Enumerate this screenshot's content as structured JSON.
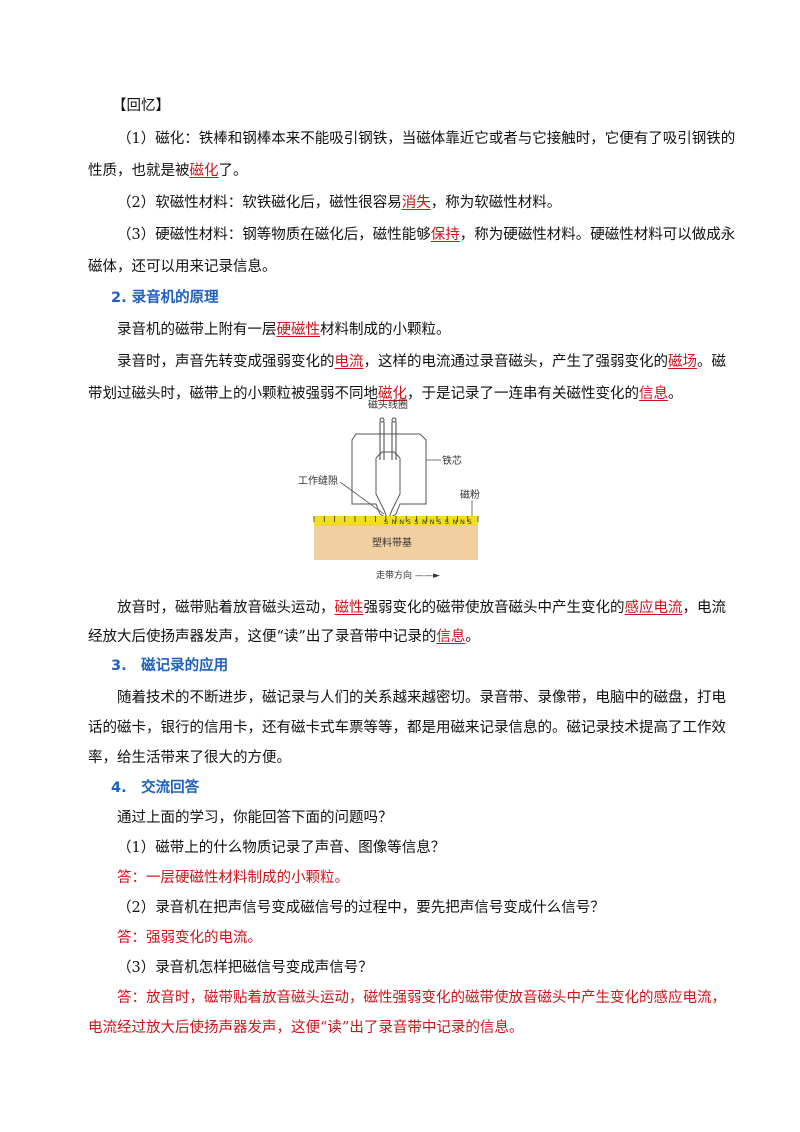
{
  "recall": {
    "title": "【回忆】",
    "p1": {
      "a": "（1）磁化：铁棒和钢棒本来不能吸引钢铁，当磁体靠近它或者与它接触时，它便有了吸引钢铁的",
      "b": "性质，也就是被",
      "hl": "磁化",
      "c": "了。"
    },
    "p2": {
      "a": "（2）软磁性材料：软铁磁化后，磁性很容易",
      "hl": "消失",
      "b": "，称为软磁性材料。"
    },
    "p3": {
      "a": "（3）硬磁性材料：钢等物质在磁化后，磁性能够",
      "hl": "保持",
      "b": "，称为硬磁性材料。硬磁性材料可以做成永",
      "c": "磁体，还可以用来记录信息。"
    }
  },
  "section2": {
    "title": "2. 录音机的原理",
    "p1": {
      "a": "录音机的磁带上附有一层",
      "hl": "硬磁性",
      "b": "材料制成的小颗粒。"
    },
    "p2": {
      "a": "录音时，声音先转变成强弱变化的",
      "hl1": "电流",
      "b": "，这样的电流通过录音磁头，产生了强弱变化的",
      "hl2": "磁场",
      "c": "。磁",
      "d": "带划过磁头时，磁带上的小颗粒被强弱不同地",
      "hl3": "磁化",
      "e": "，于是记录了一连串有关磁性变化的",
      "hl4": "信息",
      "f": "。"
    },
    "figure": {
      "coil_label": "磁头线圈",
      "core_label": "铁芯",
      "gap_label": "工作缝隙",
      "powder_label": "磁粉",
      "base_label": "塑料带基",
      "direction_label": "走带方向",
      "arrow": "——►",
      "poles": [
        "S",
        "N",
        "N",
        "S",
        "S",
        "N",
        "N",
        "S",
        "S",
        "N",
        "N",
        "S"
      ],
      "tape_color": "#f2dc2a",
      "base_color": "#f1cfa0"
    },
    "p3": {
      "a": "放音时，磁带贴着放音磁头运动，",
      "hl1": "磁性",
      "b": "强弱变化的磁带使放音磁头中产生变化的",
      "hl2": "感应电流",
      "c": "，电流",
      "d": "经放大后使扬声器发声，这便“读”出了录音带中记录的",
      "hl3": "信息",
      "e": "。"
    }
  },
  "section3": {
    "title": "3.　磁记录的应用",
    "l1": "随着技术的不断进步，磁记录与人们的关系越来越密切。录音带、录像带，电脑中的磁盘，打电",
    "l2": "话的磁卡，银行的信用卡，还有磁卡式车票等等，都是用磁来记录信息的。磁记录技术提高了工作效",
    "l3": "率，给生活带来了很大的方便。"
  },
  "section4": {
    "title": "4.　交流回答",
    "intro": "通过上面的学习，你能回答下面的问题吗？",
    "q1": "（1）磁带上的什么物质记录了声音、图像等信息？",
    "a1": "答：一层硬磁性材料制成的小颗粒。",
    "q2": "（2）录音机在把声信号变成磁信号的过程中，要先把声信号变成什么信号？",
    "a2": "答：强弱变化的电流。",
    "q3": "（3）录音机怎样把磁信号变成声信号？",
    "a3a": "答：放音时，磁带贴着放音磁头运动，磁性强弱变化的磁带使放音磁头中产生变化的感应电流，",
    "a3b": "电流经过放大后使扬声器发声，这便“读”出了录音带中记录的信息。"
  }
}
